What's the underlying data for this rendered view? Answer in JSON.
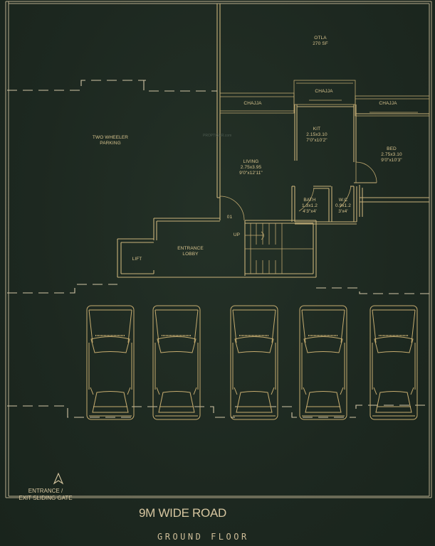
{
  "plan": {
    "title": "GROUND FLOOR",
    "road_label": "9M WIDE ROAD",
    "gate_label_line1": "ENTRANCE /",
    "gate_label_line2": "EXIT SLIDING GATE",
    "watermark": "PROPTIGER.com",
    "colors": {
      "background": "#1e2a21",
      "lines": "#c9b27a",
      "text": "#d8c48e"
    }
  },
  "rooms": {
    "otla": {
      "name": "OTLA",
      "area": "270 SF"
    },
    "chajja_left": {
      "name": "CHAJJA"
    },
    "chajja_center": {
      "name": "CHAJJA"
    },
    "chajja_right": {
      "name": "CHAJJA"
    },
    "kit": {
      "name": "KIT",
      "metric": "2.15x3.10",
      "imperial": "7'0\"x10'2\""
    },
    "bed": {
      "name": "BED",
      "metric": "2.75x3.10",
      "imperial": "9'0\"x10'3\""
    },
    "living": {
      "name": "LIVING",
      "metric": "2.75x3.95",
      "imperial": "9'0\"x12'11\""
    },
    "bath": {
      "name": "BATH",
      "metric": "1.3x1.2",
      "imperial": "4'3\"x4'"
    },
    "wc": {
      "name": "W.C",
      "metric": "0.9x1.2",
      "imperial": "3'x4'"
    },
    "two_wheeler": {
      "name_line1": "TWO WHEELER",
      "name_line2": "PARKING"
    },
    "lobby": {
      "name_line1": "ENTRANCE",
      "name_line2": "LOBBY"
    },
    "lift": {
      "name": "LIFT"
    },
    "door_01": {
      "name": "01"
    },
    "stairs": {
      "name": "UP"
    }
  },
  "parking": {
    "car_count": 5,
    "cars_x": [
      122,
      215,
      324,
      421,
      520
    ]
  }
}
